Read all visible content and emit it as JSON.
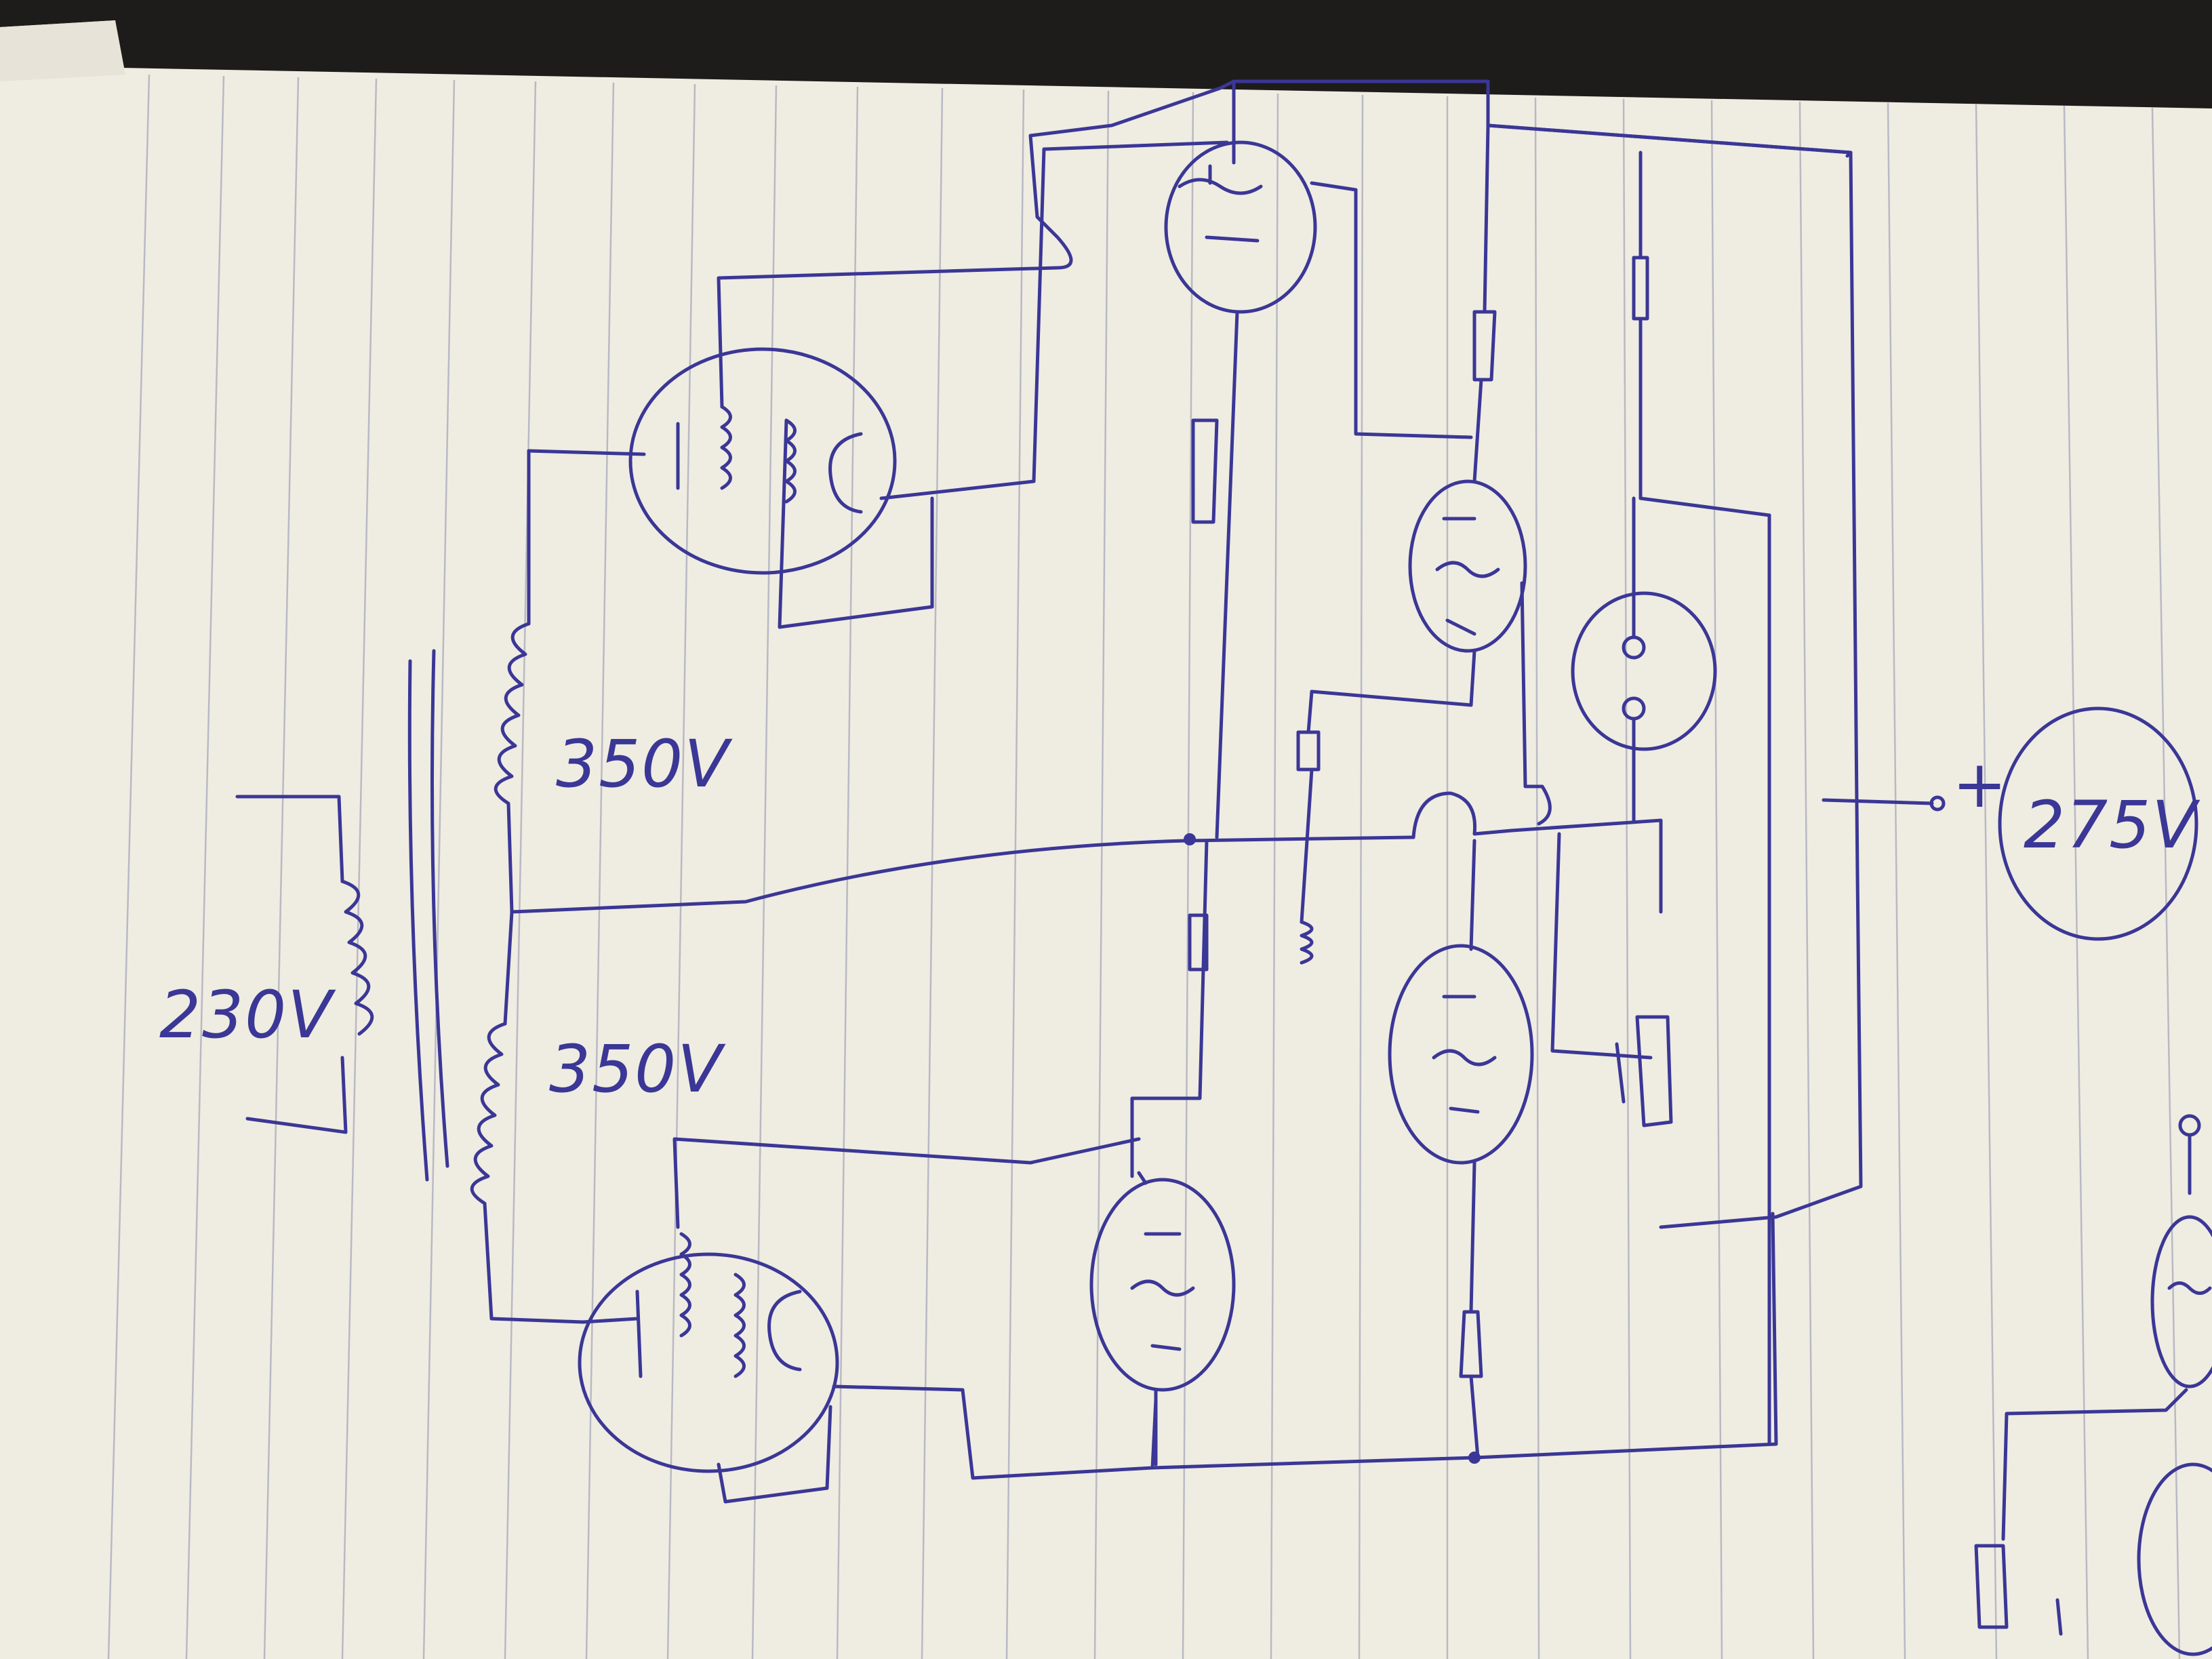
{
  "diagram": {
    "labels": {
      "mains": "230V",
      "secondary_upper": "350V",
      "secondary_lower": "350V",
      "output_meter": "275V",
      "output_terminal": "+"
    },
    "colors": {
      "ink": "#3b3796",
      "paper": "#efece2",
      "rules": "#b9b9c4",
      "background": "#1e1c1a"
    },
    "component_names": [
      "mains-transformer",
      "rectifier-tube-upper",
      "rectifier-tube-lower",
      "series-pass-tube",
      "regulator-tube-upper",
      "regulator-tube-lower",
      "voltage-reference-tube",
      "output-voltmeter"
    ]
  }
}
